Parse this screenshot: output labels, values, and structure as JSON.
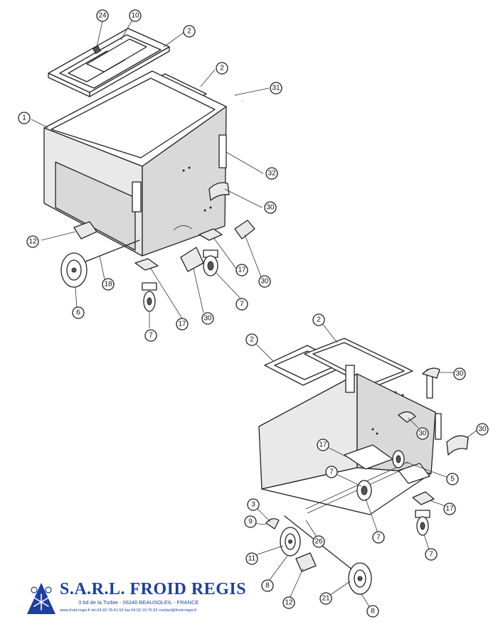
{
  "company": {
    "name": "S.A.R.L. FROID REGIS",
    "address": "3 bd de la Turbie - 06240 BEAUSOLEIL - FRANCE",
    "contact": "www.froid-regis.fr  tel.04.93.78.41.53  fax.04.92.10.75.93  contact@froid-regis.fr",
    "brand_color": "#1d3f9f",
    "logo_icon": "snowflake-logo-icon"
  },
  "view_front": {
    "callouts": [
      "24",
      "10",
      "2",
      "2",
      "31",
      "1",
      "32",
      "30",
      "12",
      "30",
      "17",
      "18",
      "7",
      "6",
      "30",
      "17",
      "7"
    ]
  },
  "view_rear": {
    "callouts": [
      "2",
      "2",
      "30",
      "30",
      "30",
      "17",
      "5",
      "7",
      "17",
      "3",
      "9",
      "7",
      "7",
      "26",
      "11",
      "8",
      "12",
      "21",
      "8"
    ]
  }
}
